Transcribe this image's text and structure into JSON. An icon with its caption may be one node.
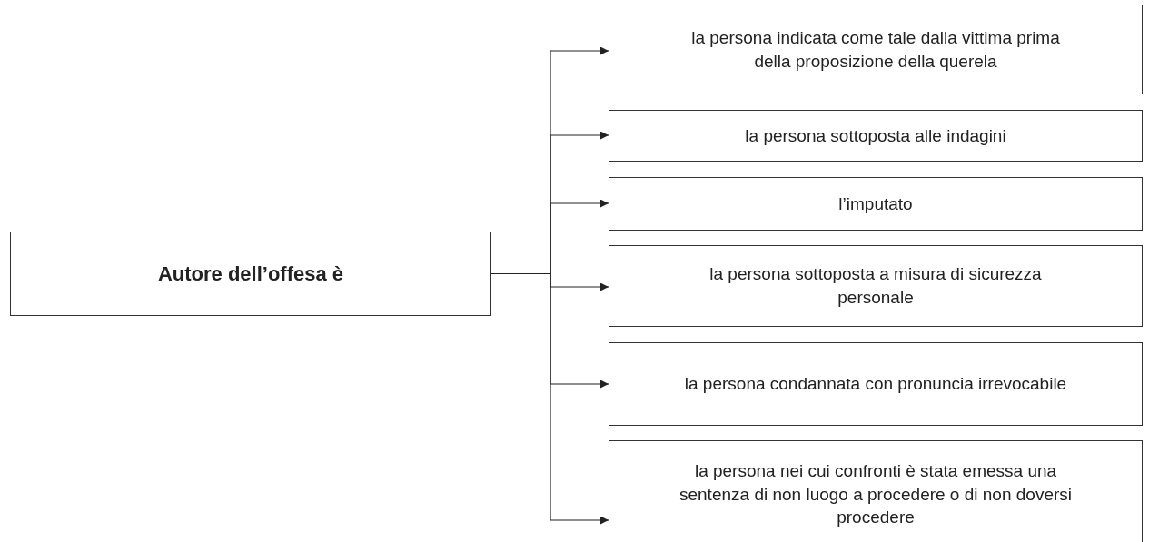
{
  "diagram": {
    "nodes": [
      {
        "text": [
          "Autore dell’offesa è"
        ]
      },
      {
        "text": [
          "la persona indicata come tale dalla vittima prima della proposizione della querela"
        ]
      },
      {
        "text": [
          "la persona sottoposta alle indagini"
        ]
      },
      {
        "text": [
          "l’imputato"
        ]
      },
      {
        "text": [
          "la persona sottoposta a misura di sicurezza personale"
        ]
      },
      {
        "text": [
          "la persona condannata con pronuncia irrevocabile"
        ]
      },
      {
        "text": [
          "la persona nei cui confronti è stata emessa una sentenza di non luogo a procedere o di non doversi procedere"
        ]
      }
    ],
    "edges": [
      {
        "from": 0,
        "to": 1,
        "arrow": "to"
      },
      {
        "from": 0,
        "to": 2,
        "arrow": "to"
      },
      {
        "from": 0,
        "to": 3,
        "arrow": "to"
      },
      {
        "from": 0,
        "to": 4,
        "arrow": "to"
      },
      {
        "from": 0,
        "to": 5,
        "arrow": "to"
      },
      {
        "from": 0,
        "to": 6,
        "arrow": "to"
      }
    ]
  }
}
